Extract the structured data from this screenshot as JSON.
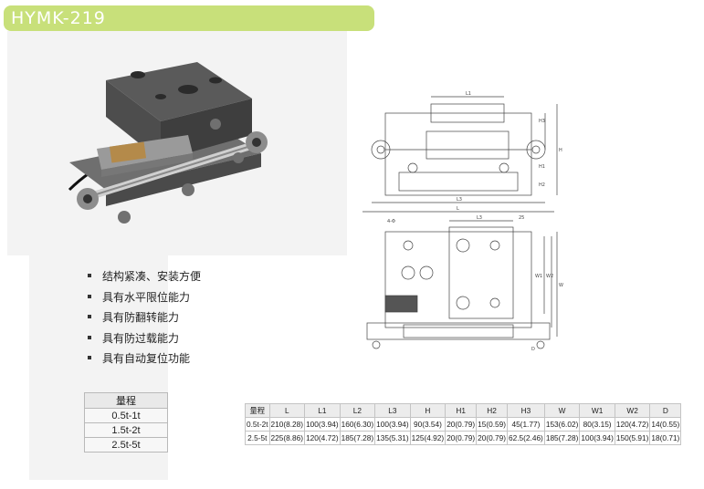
{
  "header": {
    "title": "HYMK-219"
  },
  "features": [
    "结构紧凑、安装方便",
    "具有水平限位能力",
    "具有防翻转能力",
    "具有防过载能力",
    "具有自动复位功能"
  ],
  "range_table": {
    "header": "量程",
    "rows": [
      "0.5t-1t",
      "1.5t-2t",
      "2.5t-5t"
    ]
  },
  "drawing": {
    "top_labels": [
      "L1",
      "H3",
      "H1",
      "H",
      "H2",
      "L",
      "L3"
    ],
    "bottom_labels": [
      "4-Φ",
      "L3",
      "25",
      "W",
      "W2",
      "W1",
      "D"
    ]
  },
  "spec_table": {
    "columns": [
      "量程",
      "L",
      "L1",
      "L2",
      "L3",
      "H",
      "H1",
      "H2",
      "H3",
      "W",
      "W1",
      "W2",
      "D"
    ],
    "rows": [
      [
        "0.5t-2t",
        "210(8.28)",
        "100(3.94)",
        "160(6.30)",
        "100(3.94)",
        "90(3.54)",
        "20(0.79)",
        "15(0.59)",
        "45(1.77)",
        "153(6.02)",
        "80(3.15)",
        "120(4.72)",
        "14(0.55)"
      ],
      [
        "2.5-5t",
        "225(8.86)",
        "120(4.72)",
        "185(7.28)",
        "135(5.31)",
        "125(4.92)",
        "20(0.79)",
        "20(0.79)",
        "62.5(2.46)",
        "185(7.28)",
        "100(3.94)",
        "150(5.91)",
        "18(0.71)"
      ]
    ]
  }
}
